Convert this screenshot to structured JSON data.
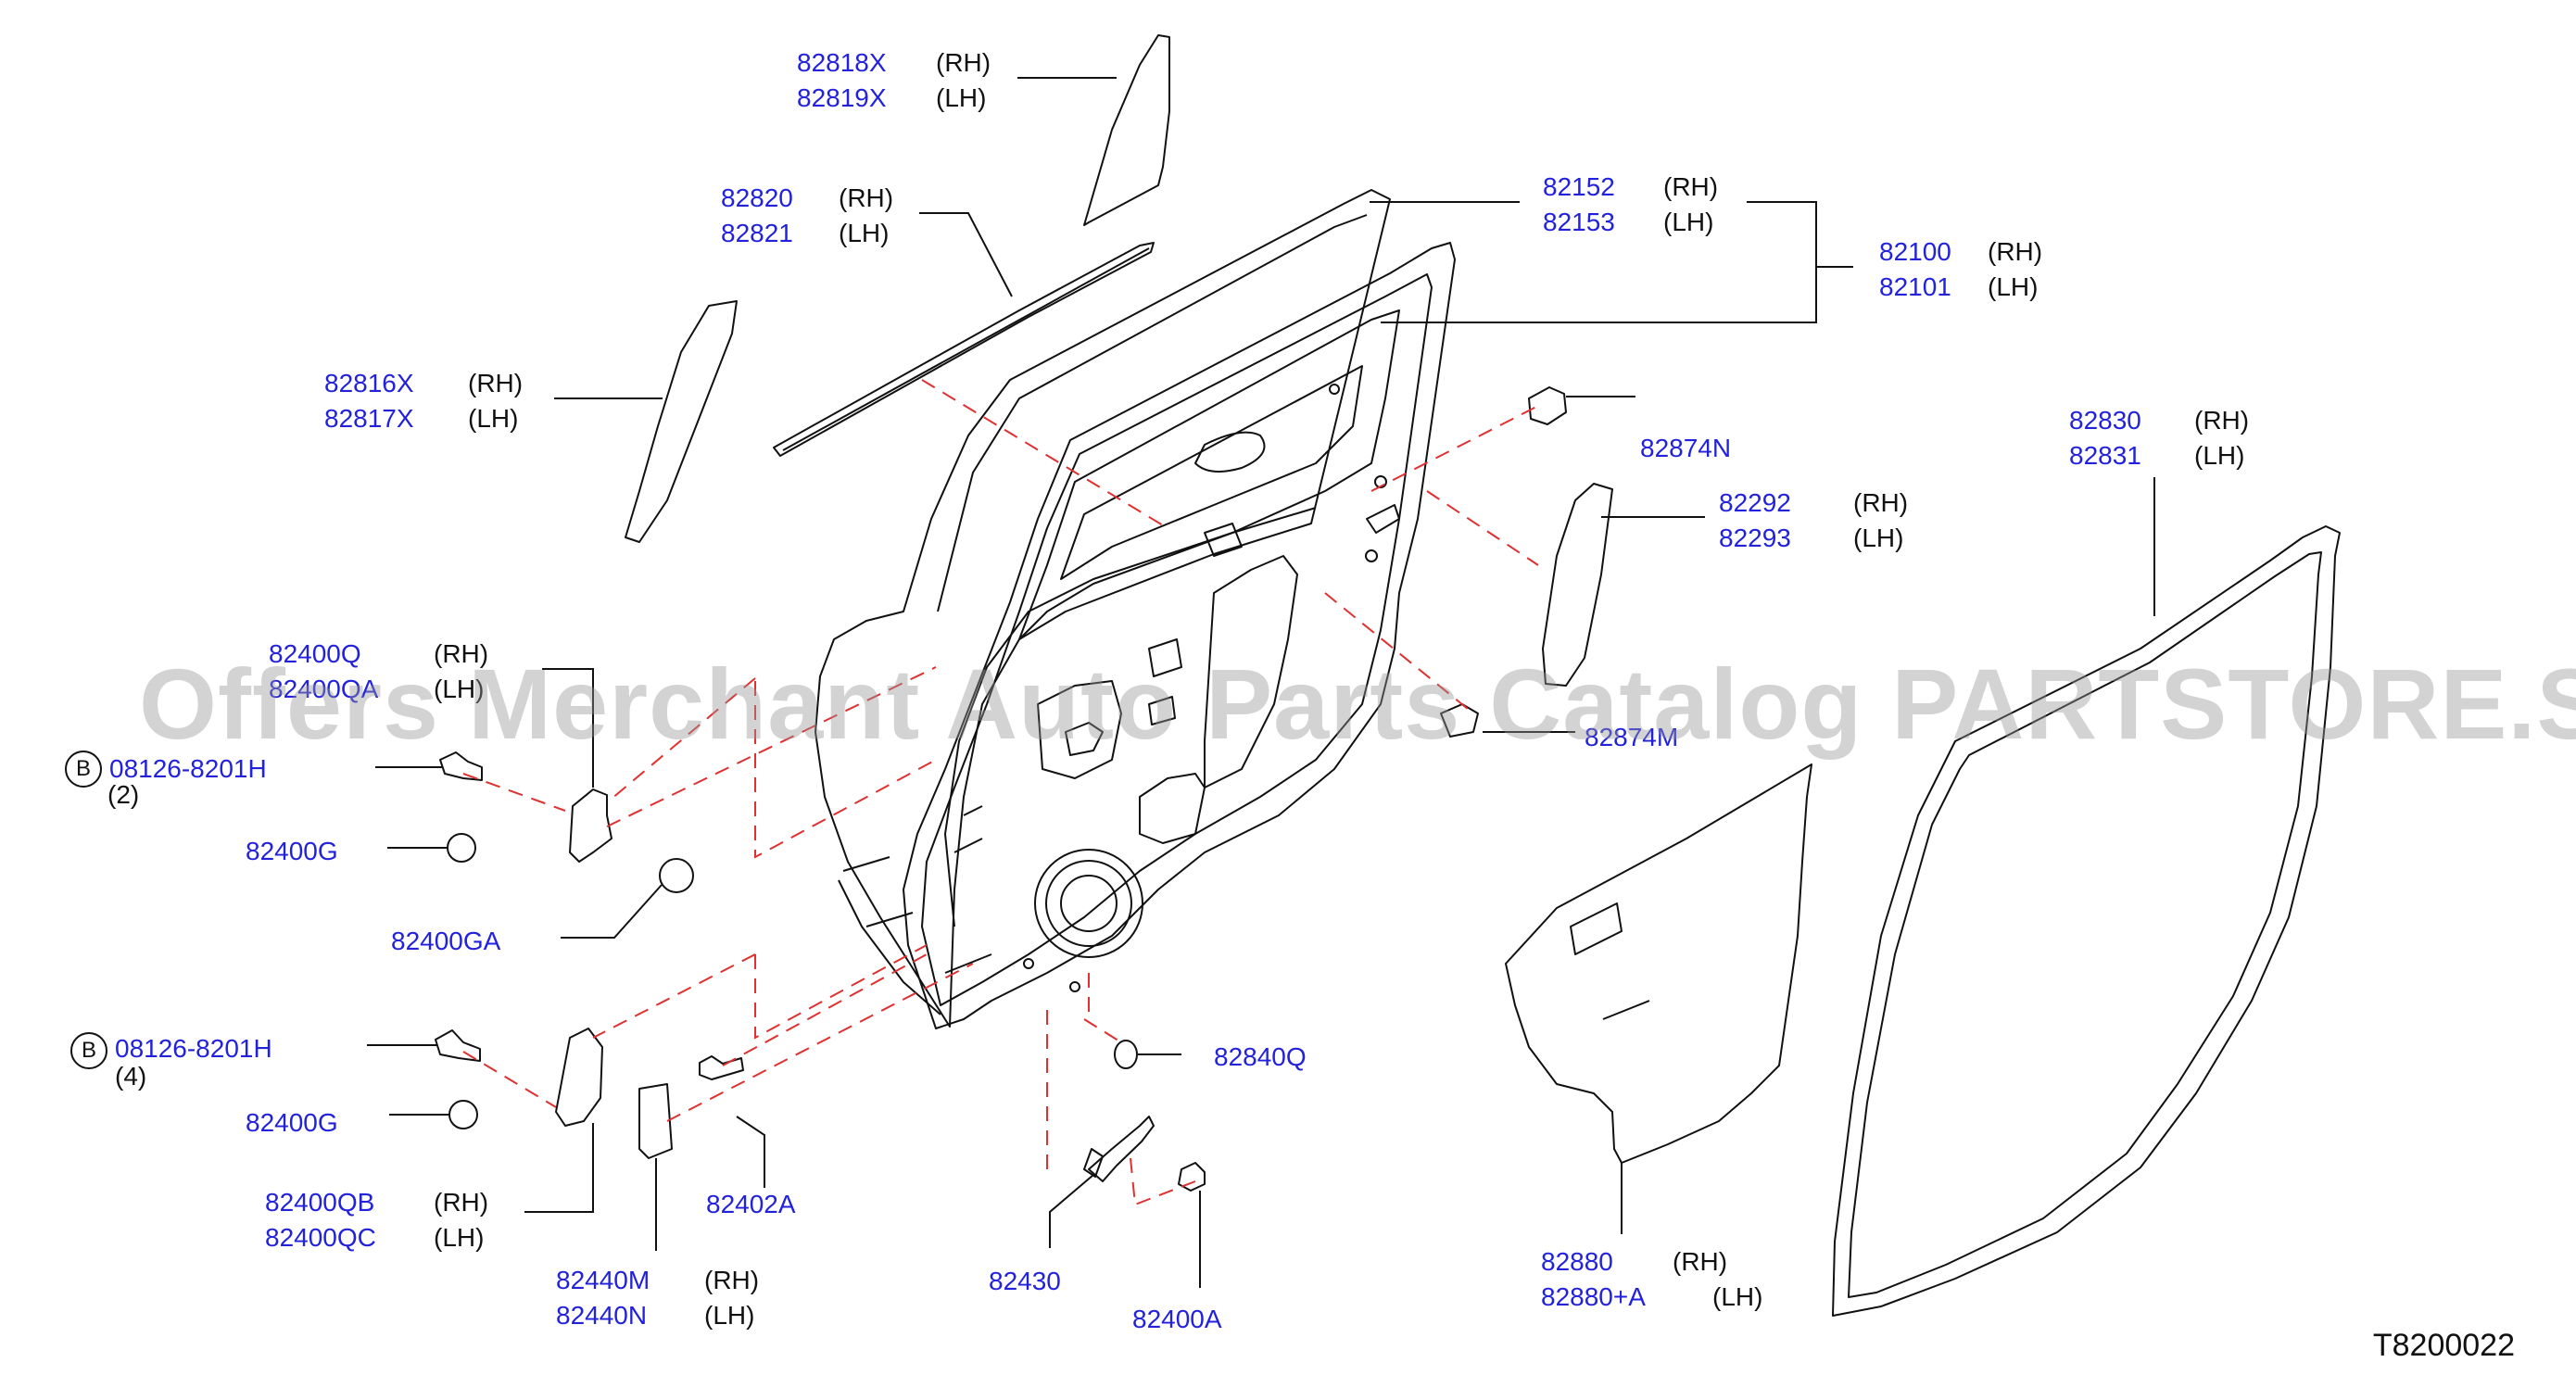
{
  "watermark": "Offers Merchant Auto Parts Catalog PARTSTORE.SA",
  "diagram_code": "T8200022",
  "bolt_callout_letter": "B",
  "colors": {
    "part_number": "#2222dd",
    "leader": "#111111",
    "dashed": "#e03030",
    "outline": "#111111"
  },
  "labels": {
    "p82818x": "82818X",
    "p82818x_side": "(RH)",
    "p82819x": "82819X",
    "p82819x_side": "(LH)",
    "p82820": "82820",
    "p82820_side": "(RH)",
    "p82821": "82821",
    "p82821_side": "(LH)",
    "p82152": "82152",
    "p82152_side": "(RH)",
    "p82153": "82153",
    "p82153_side": "(LH)",
    "p82100": "82100",
    "p82100_side": "(RH)",
    "p82101": "82101",
    "p82101_side": "(LH)",
    "p82816x": "82816X",
    "p82816x_side": "(RH)",
    "p82817x": "82817X",
    "p82817x_side": "(LH)",
    "p82874n": "82874N",
    "p82292": "82292",
    "p82292_side": "(RH)",
    "p82293": "82293",
    "p82293_side": "(LH)",
    "p82830": "82830",
    "p82830_side": "(RH)",
    "p82831": "82831",
    "p82831_side": "(LH)",
    "p82400q": "82400Q",
    "p82400q_side": "(RH)",
    "p82400qa": "82400QA",
    "p82400qa_side": "(LH)",
    "p82874m": "82874M",
    "p08126_top": "08126-8201H",
    "qty_top": "(2)",
    "p82400g_top": "82400G",
    "p82400ga": "82400GA",
    "p08126_bot": "08126-8201H",
    "qty_bot": "(4)",
    "p82400g_bot": "82400G",
    "p82840q": "82840Q",
    "p82400qb": "82400QB",
    "p82400qb_side": "(RH)",
    "p82400qc": "82400QC",
    "p82400qc_side": "(LH)",
    "p82402a": "82402A",
    "p82440m": "82440M",
    "p82440m_side": "(RH)",
    "p82440n": "82440N",
    "p82440n_side": "(LH)",
    "p82430": "82430",
    "p82400a": "82400A",
    "p82880": "82880",
    "p82880_side": "(RH)",
    "p82880a": "82880+A",
    "p82880a_side": "(LH)"
  }
}
